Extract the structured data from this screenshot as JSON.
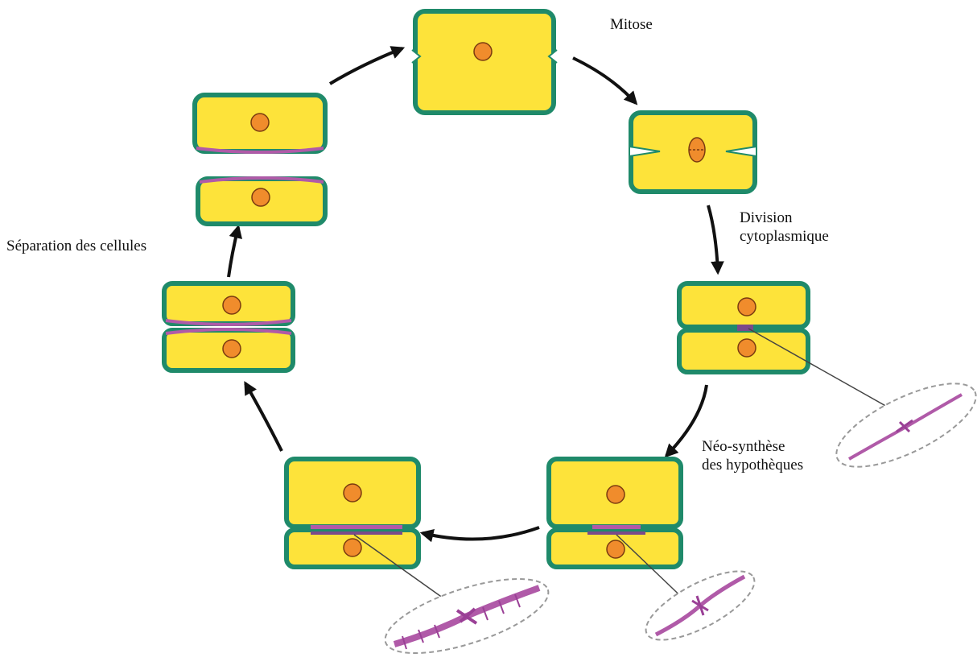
{
  "labels": {
    "mitose": "Mitose",
    "division_line1": "Division",
    "division_line2": "cytoplasmique",
    "neo_line1": "Néo-synthèse",
    "neo_line2": "des hypothèques",
    "separation": "Séparation des cellules"
  },
  "colors": {
    "cytoplasm": "#fde33a",
    "wall": "#1f8a6a",
    "nucleus": "#f08c2c",
    "new_wall": "#b05aa8",
    "arrow": "#111111",
    "callout_border": "#999999"
  }
}
